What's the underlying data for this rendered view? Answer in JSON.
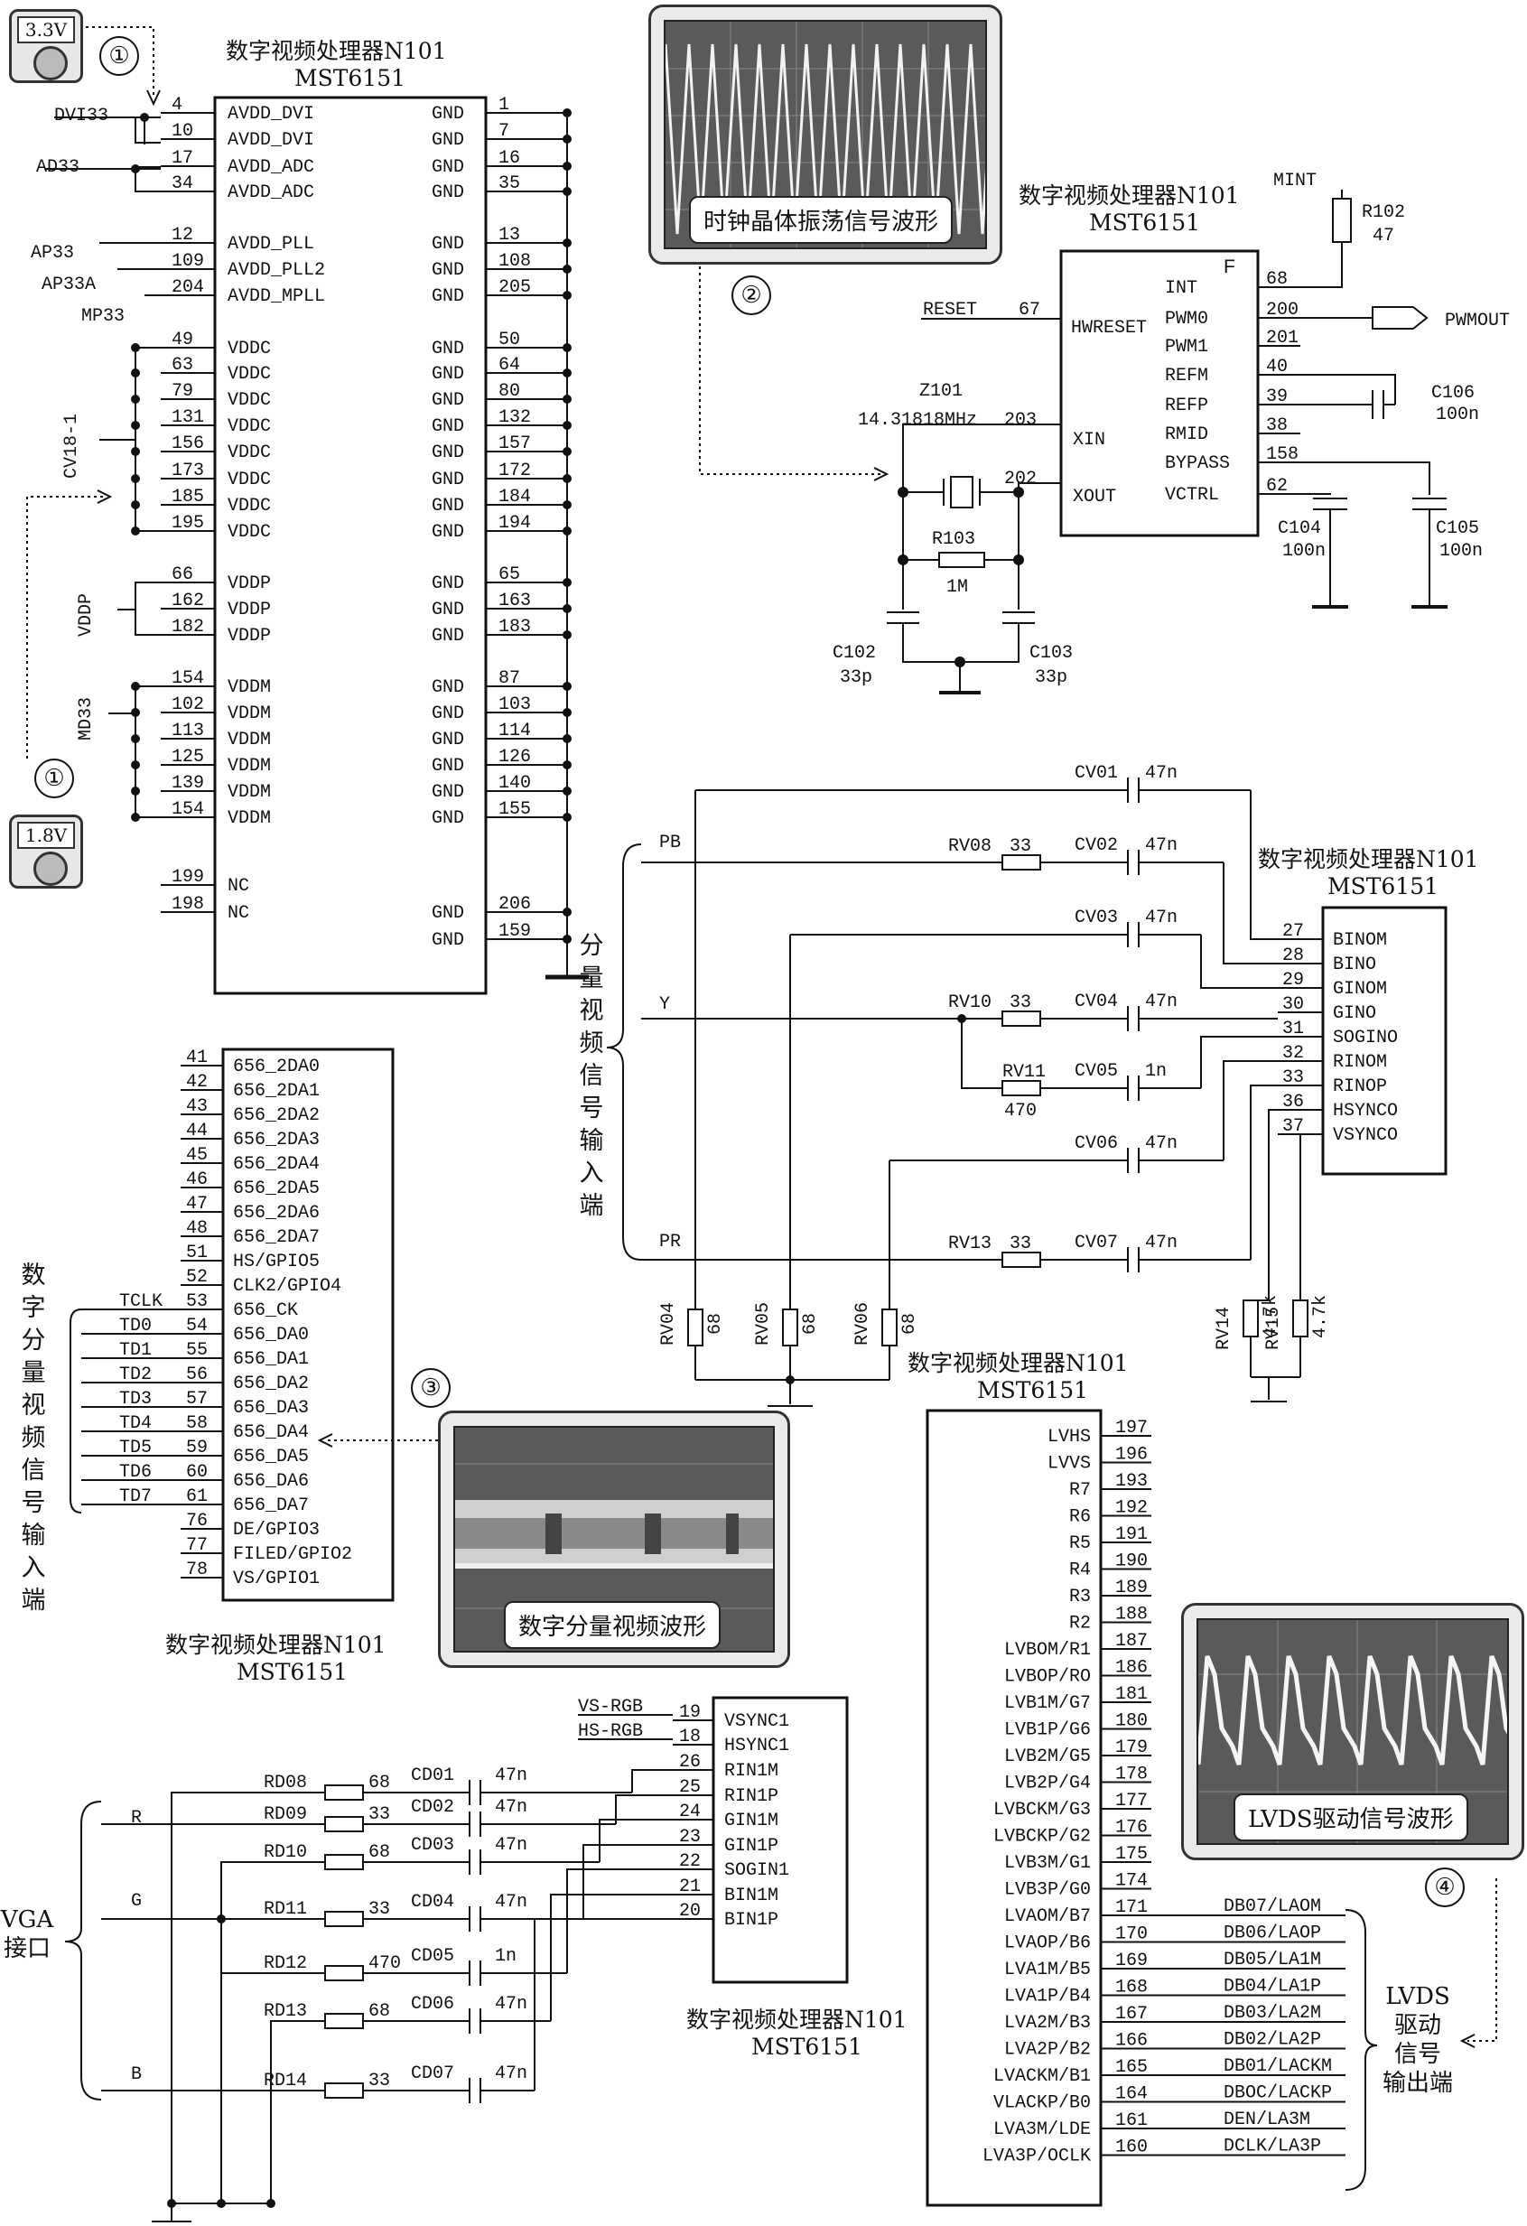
{
  "chip_name": "数字视频处理器N101",
  "chip_model": "MST6151",
  "markers": {
    "one": "①",
    "two": "②",
    "three": "③",
    "four": "④"
  },
  "meters": {
    "top": "3.3V",
    "bottom": "1.8V"
  },
  "scopes": {
    "clock": "时钟晶体振荡信号波形",
    "digital": "数字分量视频波形",
    "lvds": "LVDS驱动信号波形"
  },
  "side_labels": {
    "component": "分量视频信号输入端",
    "digital": "数字分量视频信号输入端",
    "vga": "VGA接口",
    "lvds": "LVDS驱动信号输出端"
  },
  "power_block": {
    "rails": [
      {
        "net": "DVI33",
        "pins": [
          "4",
          "10"
        ],
        "names": [
          "AVDD_DVI",
          "AVDD_DVI"
        ]
      },
      {
        "net": "AD33",
        "pins": [
          "17",
          "34"
        ],
        "names": [
          "AVDD_ADC",
          "AVDD_ADC"
        ]
      },
      {
        "net": "AP33",
        "pins": [
          "12"
        ],
        "names": [
          "AVDD_PLL"
        ]
      },
      {
        "net": "AP33A",
        "pins": [
          "109"
        ],
        "names": [
          "AVDD_PLL2"
        ]
      },
      {
        "net": "MP33",
        "pins": [
          "204"
        ],
        "names": [
          "AVDD_MPLL"
        ]
      },
      {
        "net": "CV18-1",
        "pins": [
          "49",
          "63",
          "79",
          "131",
          "156",
          "173",
          "185",
          "195"
        ],
        "names": [
          "VDDC",
          "VDDC",
          "VDDC",
          "VDDC",
          "VDDC",
          "VDDC",
          "VDDC",
          "VDDC"
        ]
      },
      {
        "net": "VDDP",
        "pins": [
          "66",
          "162",
          "182"
        ],
        "names": [
          "VDDP",
          "VDDP",
          "VDDP"
        ]
      },
      {
        "net": "MD33",
        "pins": [
          "154",
          "102",
          "113",
          "125",
          "139",
          "154"
        ],
        "names": [
          "VDDM",
          "VDDM",
          "VDDM",
          "VDDM",
          "VDDM",
          "VDDM"
        ]
      },
      {
        "net": "",
        "pins": [
          "199",
          "198"
        ],
        "names": [
          "NC",
          "NC"
        ]
      }
    ],
    "gnd_pins": [
      "1",
      "7",
      "16",
      "35",
      "13",
      "108",
      "205",
      "50",
      "64",
      "80",
      "132",
      "157",
      "172",
      "184",
      "194",
      "65",
      "163",
      "183",
      "87",
      "103",
      "114",
      "126",
      "140",
      "155",
      "206",
      "159"
    ],
    "gnd_name": "GND"
  },
  "clock_block": {
    "pins": [
      {
        "num": "68",
        "name": "INT"
      },
      {
        "num": "200",
        "name": "PWM0"
      },
      {
        "num": "201",
        "name": "PWM1"
      },
      {
        "num": "40",
        "name": "REFM"
      },
      {
        "num": "39",
        "name": "REFP"
      },
      {
        "num": "38",
        "name": "RMID"
      },
      {
        "num": "158",
        "name": "BYPASS"
      },
      {
        "num": "62",
        "name": "VCTRL"
      }
    ],
    "top_name": "F",
    "reset_net": "RESET",
    "reset_pin": "67",
    "reset_name": "HWRESET",
    "xin_pin": "203",
    "xin_name": "XIN",
    "xout_pin": "202",
    "xout_name": "XOUT",
    "crystal_ref": "Z101",
    "crystal_val": "14.31818MHz",
    "mint": "MINT",
    "r102": "R102",
    "r102_val": "47",
    "pwmout": "PWMOUT",
    "r103": "R103",
    "r103_val": "1M",
    "c102": "C102",
    "c102_val": "33p",
    "c103": "C103",
    "c103_val": "33p",
    "c104": "C104",
    "c104_val": "100n",
    "c105": "C105",
    "c105_val": "100n",
    "c106": "C106",
    "c106_val": "100n"
  },
  "component_block": {
    "pins": [
      {
        "num": "27",
        "name": "BINOM"
      },
      {
        "num": "28",
        "name": "BINO"
      },
      {
        "num": "29",
        "name": "GINOM"
      },
      {
        "num": "30",
        "name": "GINO"
      },
      {
        "num": "31",
        "name": "SOGINO"
      },
      {
        "num": "32",
        "name": "RINOM"
      },
      {
        "num": "33",
        "name": "RINOP"
      },
      {
        "num": "36",
        "name": "HSYNCO"
      },
      {
        "num": "37",
        "name": "VSYNCO"
      }
    ],
    "inputs": [
      "PB",
      "Y",
      "PR"
    ],
    "caps": [
      {
        "ref": "CV01",
        "val": "47n"
      },
      {
        "ref": "CV02",
        "val": "47n"
      },
      {
        "ref": "CV03",
        "val": "47n"
      },
      {
        "ref": "CV04",
        "val": "47n"
      },
      {
        "ref": "CV05",
        "val": "1n"
      },
      {
        "ref": "CV06",
        "val": "47n"
      },
      {
        "ref": "CV07",
        "val": "47n"
      }
    ],
    "res": [
      {
        "ref": "RV08",
        "val": "33"
      },
      {
        "ref": "RV10",
        "val": "33"
      },
      {
        "ref": "RV11",
        "val": "470"
      },
      {
        "ref": "RV13",
        "val": "33"
      }
    ],
    "shunts": [
      {
        "ref": "RV04",
        "val": "68"
      },
      {
        "ref": "RV05",
        "val": "68"
      },
      {
        "ref": "RV06",
        "val": "68"
      },
      {
        "ref": "RV14",
        "val": "4.7k"
      },
      {
        "ref": "RV15",
        "val": "4.7k"
      }
    ]
  },
  "digital_block": {
    "pins": [
      {
        "num": "41",
        "name": "656_2DA0",
        "net": ""
      },
      {
        "num": "42",
        "name": "656_2DA1",
        "net": ""
      },
      {
        "num": "43",
        "name": "656_2DA2",
        "net": ""
      },
      {
        "num": "44",
        "name": "656_2DA3",
        "net": ""
      },
      {
        "num": "45",
        "name": "656_2DA4",
        "net": ""
      },
      {
        "num": "46",
        "name": "656_2DA5",
        "net": ""
      },
      {
        "num": "47",
        "name": "656_2DA6",
        "net": ""
      },
      {
        "num": "48",
        "name": "656_2DA7",
        "net": ""
      },
      {
        "num": "51",
        "name": "HS/GPIO5",
        "net": ""
      },
      {
        "num": "52",
        "name": "CLK2/GPIO4",
        "net": ""
      },
      {
        "num": "53",
        "name": "656_CK",
        "net": "TCLK"
      },
      {
        "num": "54",
        "name": "656_DA0",
        "net": "TD0"
      },
      {
        "num": "55",
        "name": "656_DA1",
        "net": "TD1"
      },
      {
        "num": "56",
        "name": "656_DA2",
        "net": "TD2"
      },
      {
        "num": "57",
        "name": "656_DA3",
        "net": "TD3"
      },
      {
        "num": "58",
        "name": "656_DA4",
        "net": "TD4"
      },
      {
        "num": "59",
        "name": "656_DA5",
        "net": "TD5"
      },
      {
        "num": "60",
        "name": "656_DA6",
        "net": "TD6"
      },
      {
        "num": "61",
        "name": "656_DA7",
        "net": "TD7"
      },
      {
        "num": "76",
        "name": "DE/GPIO3",
        "net": ""
      },
      {
        "num": "77",
        "name": "FILED/GPIO2",
        "net": ""
      },
      {
        "num": "78",
        "name": "VS/GPIO1",
        "net": ""
      }
    ]
  },
  "vga_block": {
    "pins": [
      {
        "num": "19",
        "name": "VSYNC1",
        "net": "VS-RGB"
      },
      {
        "num": "18",
        "name": "HSYNC1",
        "net": "HS-RGB"
      },
      {
        "num": "26",
        "name": "RIN1M",
        "net": ""
      },
      {
        "num": "25",
        "name": "RIN1P",
        "net": ""
      },
      {
        "num": "24",
        "name": "GIN1M",
        "net": ""
      },
      {
        "num": "23",
        "name": "GIN1P",
        "net": ""
      },
      {
        "num": "22",
        "name": "SOGIN1",
        "net": ""
      },
      {
        "num": "21",
        "name": "BIN1M",
        "net": ""
      },
      {
        "num": "20",
        "name": "BIN1P",
        "net": ""
      }
    ],
    "inputs": [
      "R",
      "G",
      "B"
    ],
    "res": [
      {
        "ref": "RD08",
        "val": "68"
      },
      {
        "ref": "RD09",
        "val": "33"
      },
      {
        "ref": "RD10",
        "val": "68"
      },
      {
        "ref": "RD11",
        "val": "33"
      },
      {
        "ref": "RD12",
        "val": "470"
      },
      {
        "ref": "RD13",
        "val": "68"
      },
      {
        "ref": "RD14",
        "val": "33"
      }
    ],
    "caps": [
      {
        "ref": "CD01",
        "val": "47n"
      },
      {
        "ref": "CD02",
        "val": "47n"
      },
      {
        "ref": "CD03",
        "val": "47n"
      },
      {
        "ref": "CD04",
        "val": "47n"
      },
      {
        "ref": "CD05",
        "val": "1n"
      },
      {
        "ref": "CD06",
        "val": "47n"
      },
      {
        "ref": "CD07",
        "val": "47n"
      }
    ]
  },
  "lvds_block": {
    "pins": [
      {
        "num": "197",
        "name": "LVHS",
        "net": ""
      },
      {
        "num": "196",
        "name": "LVVS",
        "net": ""
      },
      {
        "num": "193",
        "name": "R7",
        "net": ""
      },
      {
        "num": "192",
        "name": "R6",
        "net": ""
      },
      {
        "num": "191",
        "name": "R5",
        "net": ""
      },
      {
        "num": "190",
        "name": "R4",
        "net": ""
      },
      {
        "num": "189",
        "name": "R3",
        "net": ""
      },
      {
        "num": "188",
        "name": "R2",
        "net": ""
      },
      {
        "num": "187",
        "name": "LVBOM/R1",
        "net": ""
      },
      {
        "num": "186",
        "name": "LVBOP/RO",
        "net": ""
      },
      {
        "num": "181",
        "name": "LVB1M/G7",
        "net": ""
      },
      {
        "num": "180",
        "name": "LVB1P/G6",
        "net": ""
      },
      {
        "num": "179",
        "name": "LVB2M/G5",
        "net": ""
      },
      {
        "num": "178",
        "name": "LVB2P/G4",
        "net": ""
      },
      {
        "num": "177",
        "name": "LVBCKM/G3",
        "net": ""
      },
      {
        "num": "176",
        "name": "LVBCKP/G2",
        "net": ""
      },
      {
        "num": "175",
        "name": "LVB3M/G1",
        "net": ""
      },
      {
        "num": "174",
        "name": "LVB3P/G0",
        "net": ""
      },
      {
        "num": "171",
        "name": "LVAOM/B7",
        "net": "DB07/LAOM"
      },
      {
        "num": "170",
        "name": "LVAOP/B6",
        "net": "DB06/LAOP"
      },
      {
        "num": "169",
        "name": "LVA1M/B5",
        "net": "DB05/LA1M"
      },
      {
        "num": "168",
        "name": "LVA1P/B4",
        "net": "DB04/LA1P"
      },
      {
        "num": "167",
        "name": "LVA2M/B3",
        "net": "DB03/LA2M"
      },
      {
        "num": "166",
        "name": "LVA2P/B2",
        "net": "DB02/LA2P"
      },
      {
        "num": "165",
        "name": "LVACKM/B1",
        "net": "DB01/LACKM"
      },
      {
        "num": "164",
        "name": "VLACKP/B0",
        "net": "DBOC/LACKP"
      },
      {
        "num": "161",
        "name": "LVA3M/LDE",
        "net": "DEN/LA3M"
      },
      {
        "num": "160",
        "name": "LVA3P/OCLK",
        "net": "DCLK/LA3P"
      }
    ]
  },
  "colors": {
    "line": "#111111",
    "screen": "#5a5a5a",
    "frame": "#eaeaea"
  }
}
